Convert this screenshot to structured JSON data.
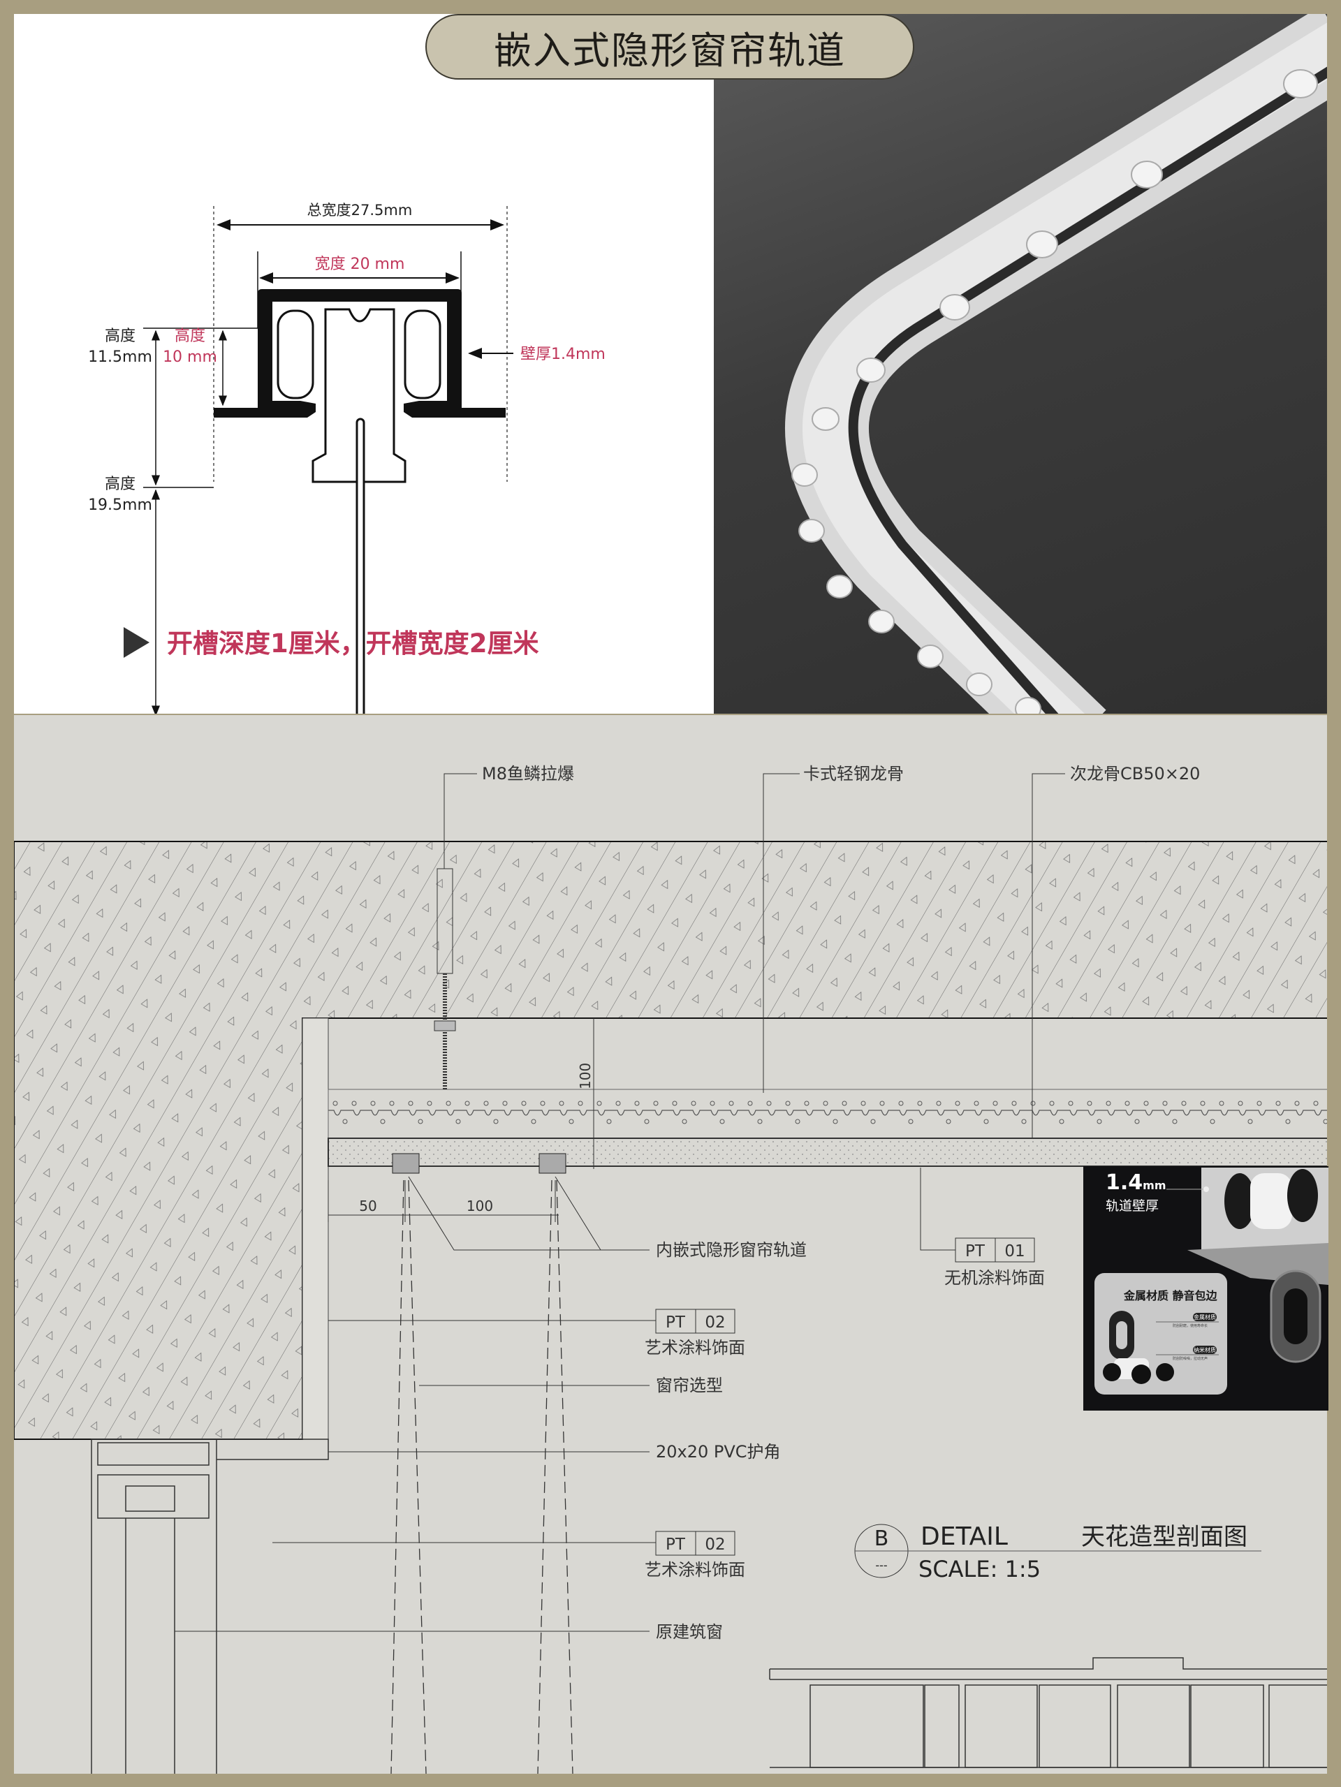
{
  "title": "嵌入式隐形窗帘轨道",
  "profile_diagram": {
    "total_width": "总宽度27.5mm",
    "inner_width": "宽度 20 mm",
    "height_outer_label": "高度",
    "height_outer_value": "11.5mm",
    "height_inner_label": "高度",
    "height_inner_value": "10 mm",
    "wall_thickness": "壁厚1.4mm",
    "height_lower_label": "高度",
    "height_lower_value": "19.5mm",
    "note": "开槽深度1厘米，开槽宽度2厘米"
  },
  "section_drawing": {
    "labels": {
      "anchor": "M8鱼鳞拉爆",
      "main_keel": "卡式轻钢龙骨",
      "sub_keel": "次龙骨CB50×20",
      "track": "内嵌式隐形窗帘轨道",
      "curtain": "窗帘选型",
      "pvc_corner": "20x20 PVC护角",
      "window": "原建筑窗"
    },
    "dimensions": {
      "hanger": "100",
      "offset": "50",
      "spacing": "100"
    },
    "tags": [
      {
        "code": "PT",
        "num": "01",
        "desc": "无机涂料饰面"
      },
      {
        "code": "PT",
        "num": "02",
        "desc": "艺术涂料饰面"
      },
      {
        "code": "PT",
        "num": "02",
        "desc": "艺术涂料饰面"
      }
    ],
    "detail": {
      "letter": "B",
      "sub": "---",
      "label": "DETAIL",
      "scale": "SCALE: 1:5",
      "name": "天花造型剖面图"
    }
  },
  "inset_photo": {
    "thickness": "1.4",
    "unit": "mm",
    "thickness_caption": "轨道壁厚",
    "card_title": "金属材质 静音包边",
    "badge1": "金属材质",
    "badge1_desc": "防刮耐磨，使用寿命长",
    "badge2": "纳米材质",
    "badge2_desc": "防刮防噪噪，拉动无声"
  },
  "colors": {
    "frame": "#a89e80",
    "accent_red": "#c0365a",
    "paper": "#d9d8d3"
  }
}
